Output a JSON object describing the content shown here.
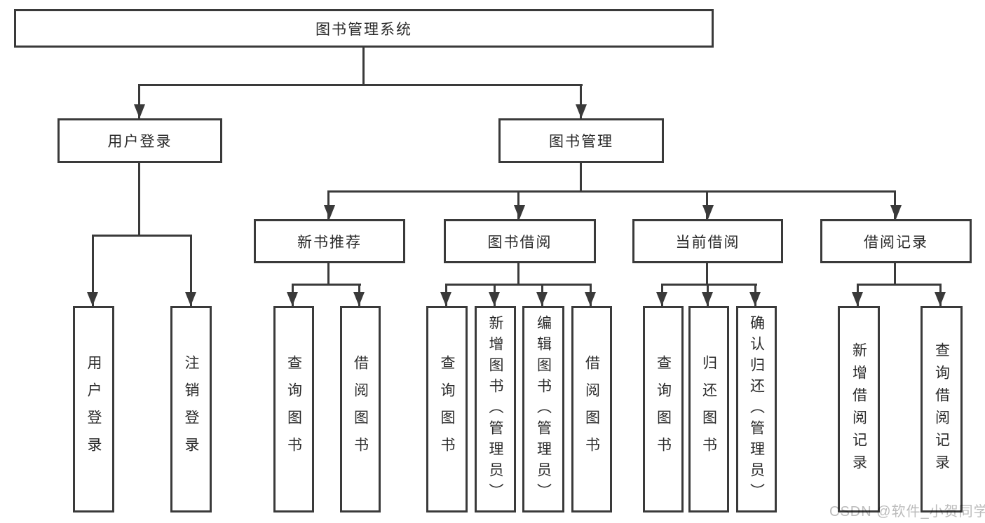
{
  "diagram_type": "hierarchy-tree",
  "tree": {
    "root": "图书管理系统",
    "children": [
      {
        "label": "用户登录",
        "children": [
          {
            "label": "用户登录"
          },
          {
            "label": "注销登录"
          }
        ]
      },
      {
        "label": "图书管理",
        "children": [
          {
            "label": "新书推荐",
            "children": [
              {
                "label": "查询图书"
              },
              {
                "label": "借阅图书"
              }
            ]
          },
          {
            "label": "图书借阅",
            "children": [
              {
                "label": "查询图书"
              },
              {
                "label": "新增图书（管理员）"
              },
              {
                "label": "编辑图书（管理员）"
              },
              {
                "label": "借阅图书"
              }
            ]
          },
          {
            "label": "当前借阅",
            "children": [
              {
                "label": "查询图书"
              },
              {
                "label": "归还图书"
              },
              {
                "label": "确认归还（管理员）"
              }
            ]
          },
          {
            "label": "借阅记录",
            "children": [
              {
                "label": "新增借阅记录"
              },
              {
                "label": "查询借阅记录"
              }
            ]
          }
        ]
      }
    ]
  },
  "watermark": "CSDN @软件_小贺同学",
  "colors": {
    "line": "#3a3a3a",
    "box_background": "#ffffff",
    "text": "#2b2b2b",
    "watermark": "#bcbcbc",
    "page_background": "#ffffff"
  }
}
